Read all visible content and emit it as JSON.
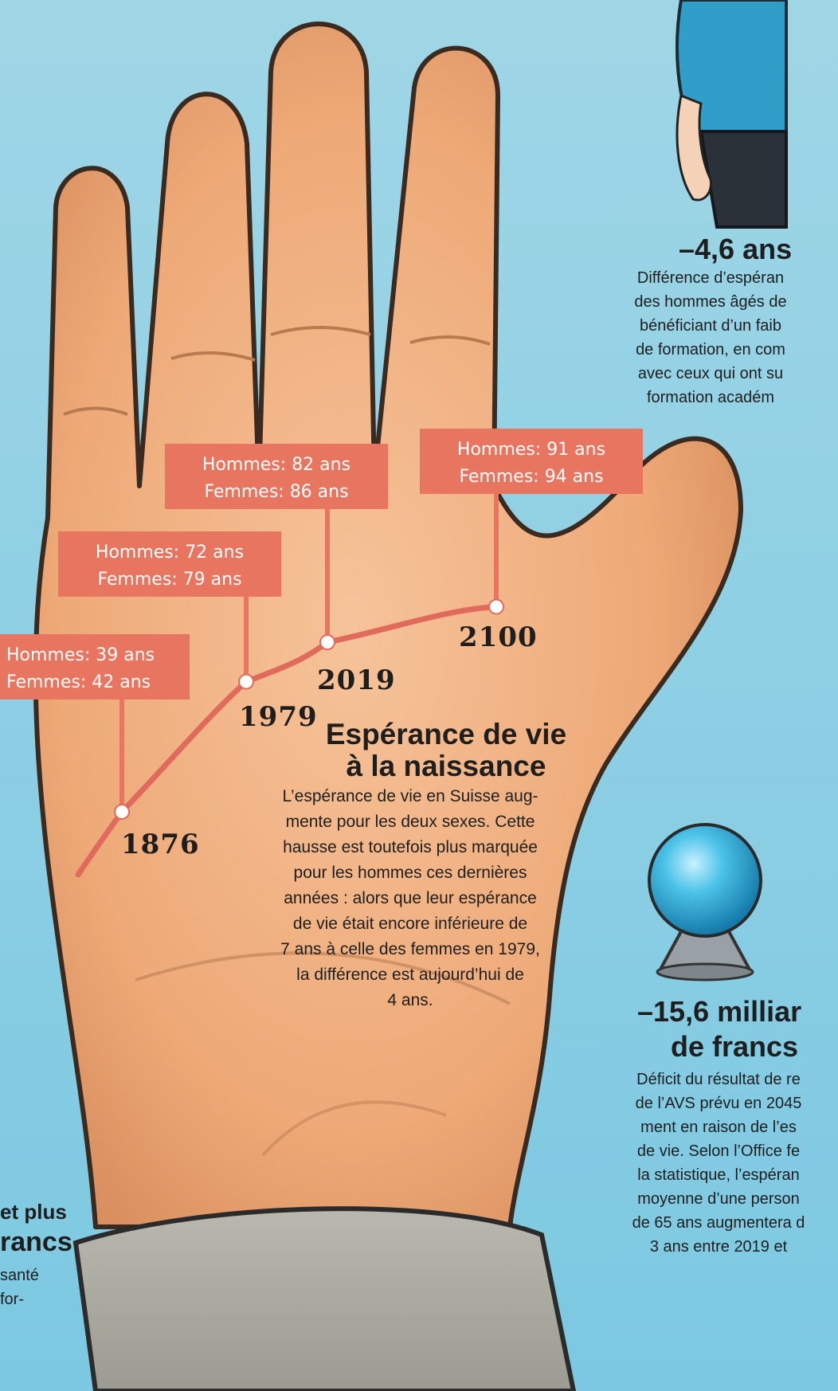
{
  "chart_data": {
    "type": "line",
    "title": "Espérance de vie à la naissance",
    "title_lines": [
      "Espérance de vie",
      "à la naissance"
    ],
    "description_lines": [
      "L’espérance de vie en Suisse aug-",
      "mente pour les deux sexes. Cette",
      "hausse est toutefois plus marquée",
      "pour les hommes ces dernières",
      "années : alors que leur espérance",
      "de vie était encore inférieure de",
      "7 ans à celle des femmes en 1979,",
      "la différence est aujourd’hui de",
      "4 ans."
    ],
    "x": [
      1876,
      1979,
      2019,
      2100
    ],
    "x_labels": [
      "1876",
      "1979",
      "2019",
      "2100"
    ],
    "series": [
      {
        "name": "Hommes",
        "values": [
          39,
          72,
          82,
          91
        ]
      },
      {
        "name": "Femmes",
        "values": [
          42,
          79,
          86,
          94
        ]
      }
    ],
    "callouts": [
      {
        "men": "Hommes: 39 ans",
        "women": "Femmes: 42  ans"
      },
      {
        "men": "Hommes: 72 ans",
        "women": "Femmes: 79 ans"
      },
      {
        "men": "Hommes: 82 ans",
        "women": "Femmes: 86 ans"
      },
      {
        "men": "Hommes: 91 ans",
        "women": "Femmes: 94 ans"
      }
    ],
    "line_color": "#e06a5c",
    "box_color": "#e87560"
  },
  "stats": {
    "education": {
      "value": "–4,6 ans",
      "lines": [
        "Différence d’espéran",
        "des hommes âgés de",
        "bénéficiant d’un faib",
        "de formation, en com",
        "avec ceux qui ont su",
        "formation académ"
      ]
    },
    "avs": {
      "value_lines": [
        "–15,6 milliar",
        "de francs"
      ],
      "lines": [
        "Déficit du résultat de re",
        "de l’AVS prévu en 2045",
        "ment en raison de l’es",
        "de vie. Selon l’Office fe",
        "la statistique, l’espéran",
        "moyenne d’une person",
        "de 65 ans augmentera d",
        "3 ans entre 2019 et"
      ]
    },
    "health": {
      "value_lines": [
        "et plus",
        "rancs"
      ],
      "lines": [
        "santé",
        "for-"
      ]
    }
  }
}
